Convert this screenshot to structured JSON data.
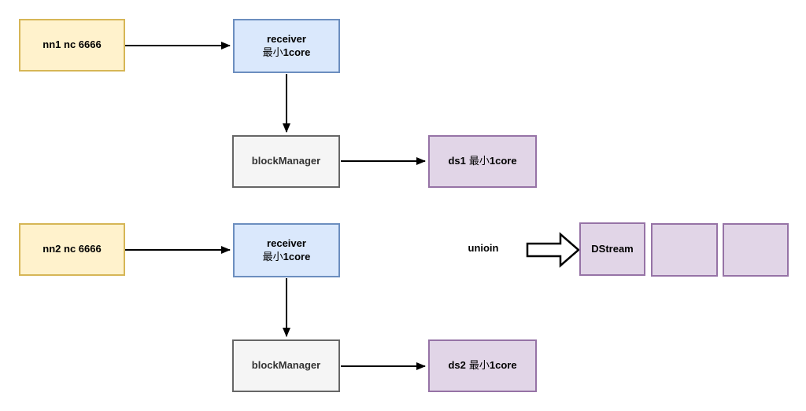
{
  "diagram": {
    "pipelines": [
      {
        "source": "nn1 nc 6666",
        "receiver_line1": "receiver",
        "receiver_min": "最小",
        "receiver_core": "1core",
        "block_manager": "blockManager",
        "ds_id": "ds1",
        "ds_min": "最小",
        "ds_core": "1core"
      },
      {
        "source": "nn2 nc 6666",
        "receiver_line1": "receiver",
        "receiver_min": "最小",
        "receiver_core": "1core",
        "block_manager": "blockManager",
        "ds_id": "ds2",
        "ds_min": "最小",
        "ds_core": "1core"
      }
    ],
    "union_label": "unioin",
    "dstream_label": "DStream",
    "colors": {
      "source_fill": "#fff2cc",
      "source_stroke": "#d6b656",
      "receiver_fill": "#dae8fc",
      "receiver_stroke": "#6c8ebf",
      "block_manager_fill": "#f5f5f5",
      "block_manager_stroke": "#666666",
      "ds_fill": "#e1d5e7",
      "ds_stroke": "#9673a6",
      "arrow": "#000000",
      "background": "#ffffff"
    }
  }
}
